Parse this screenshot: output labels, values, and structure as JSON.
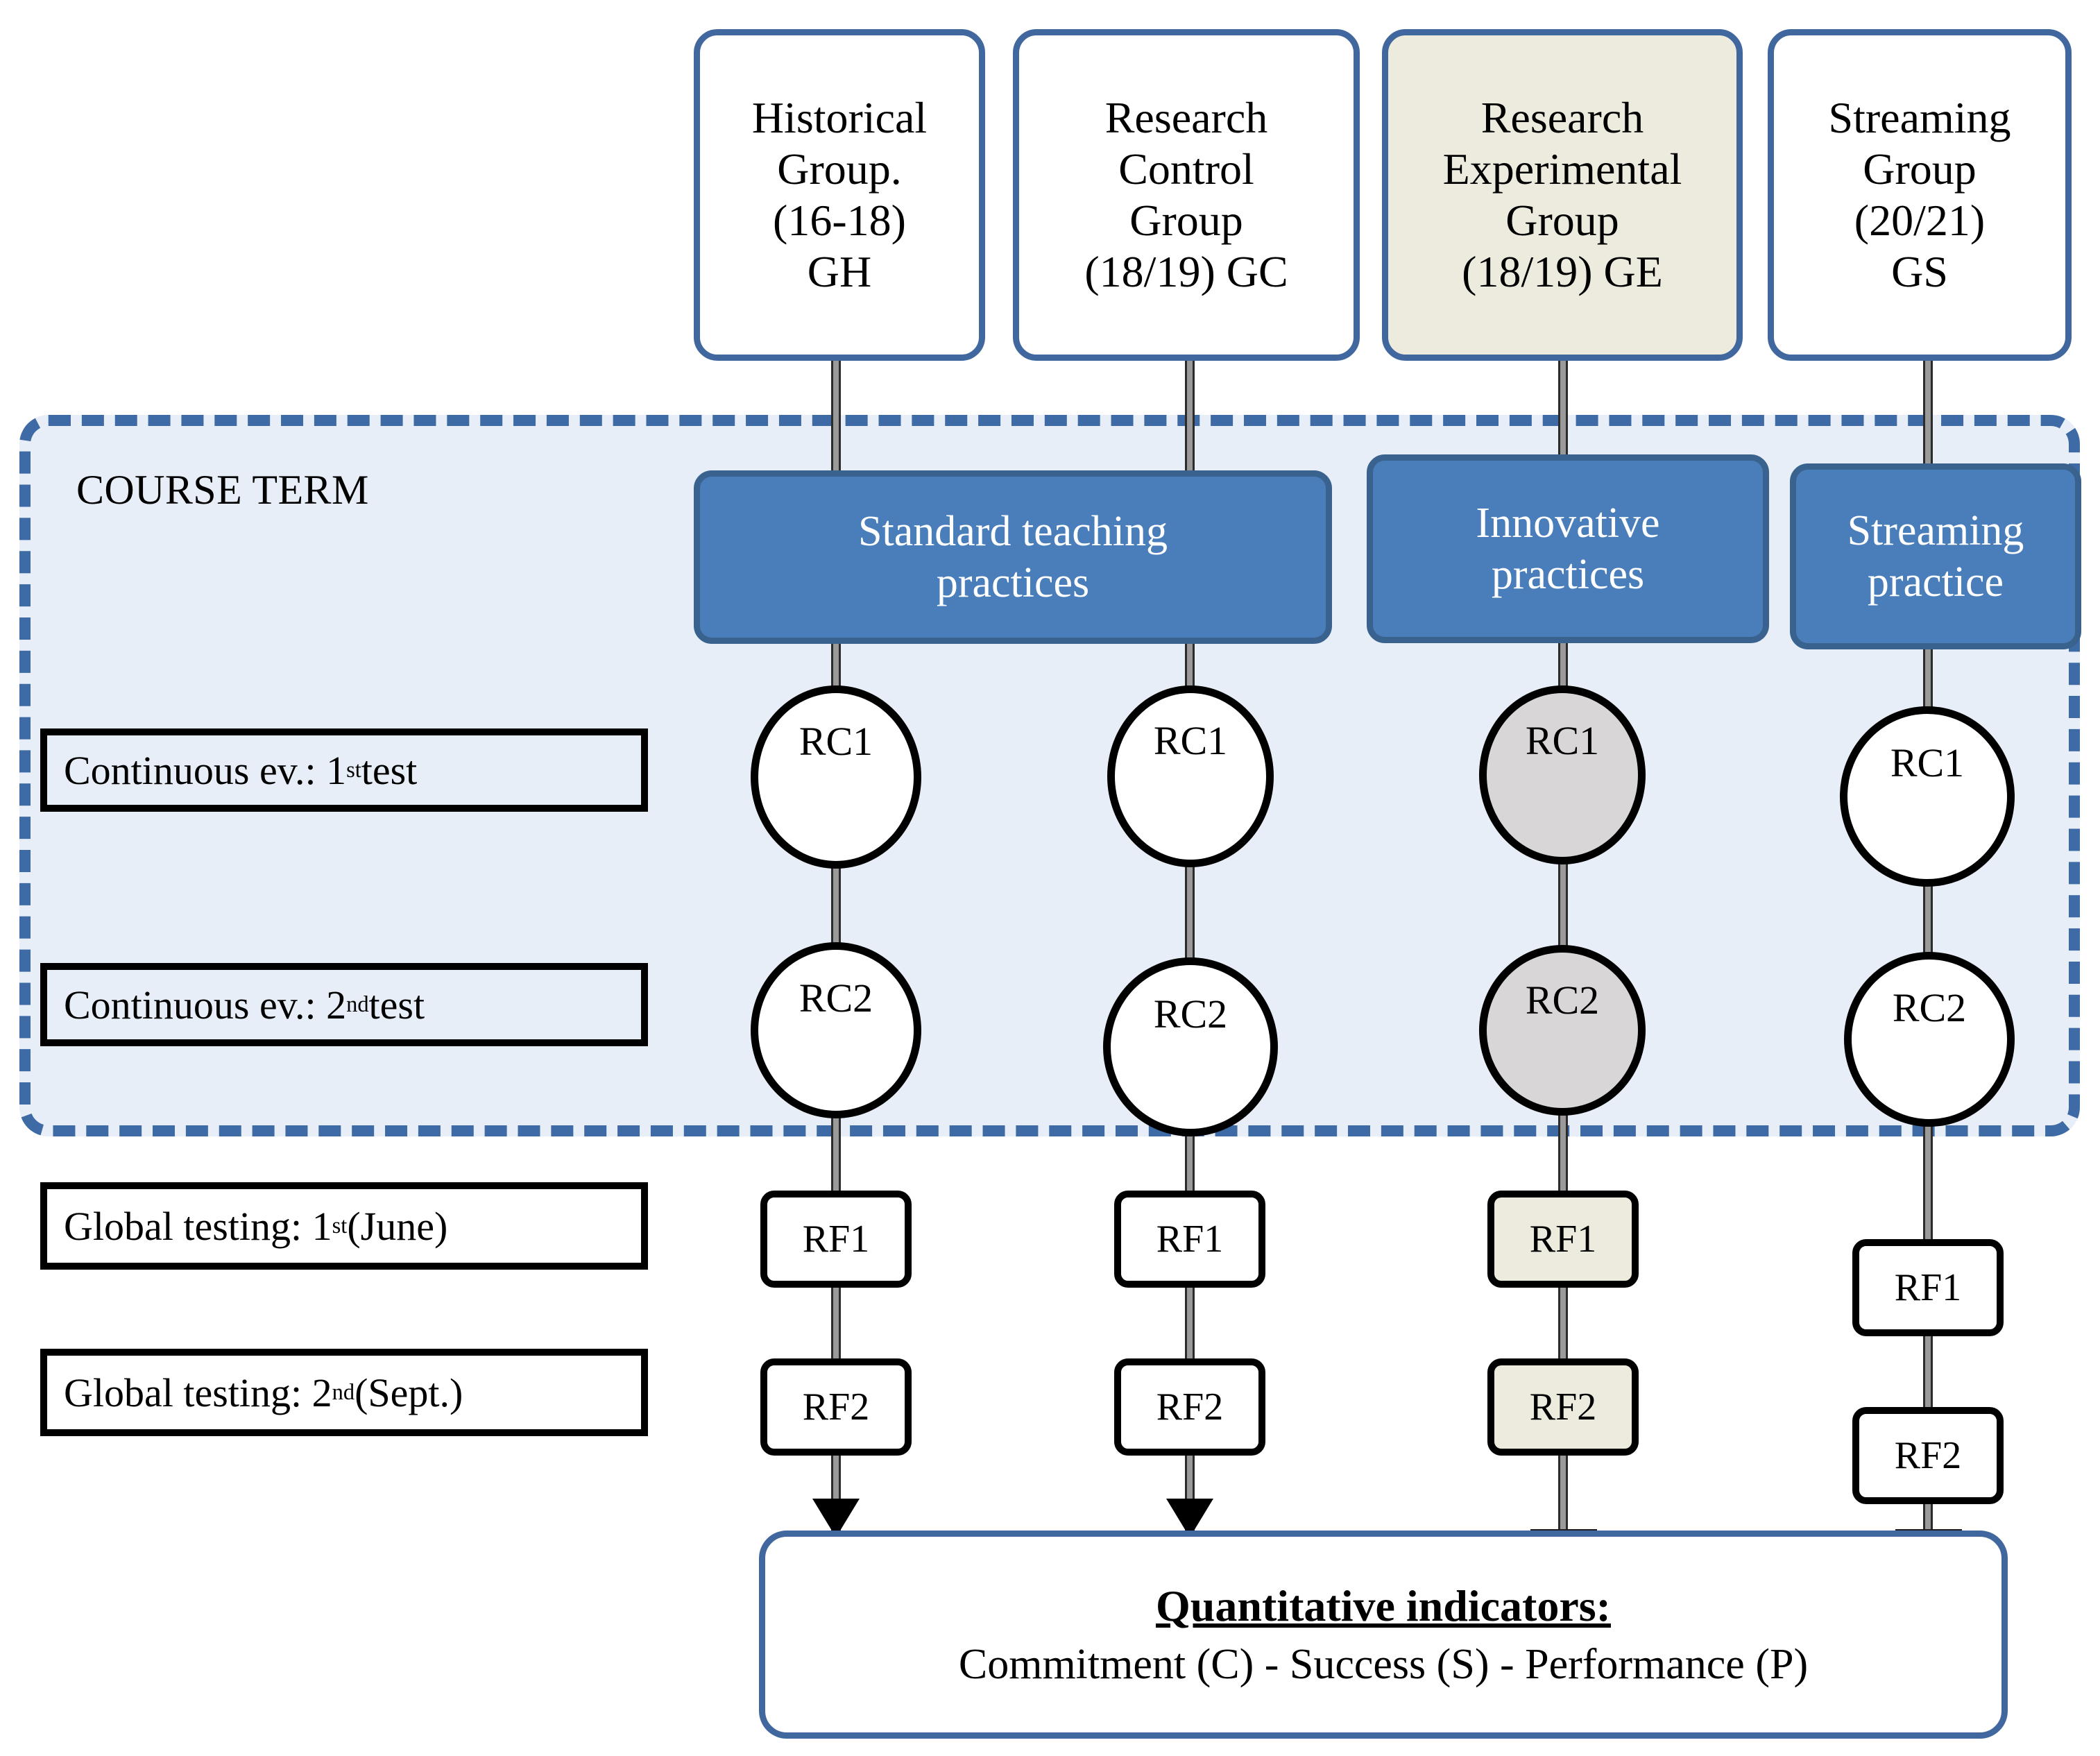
{
  "diagram": {
    "title_region_label": "COURSE TERM",
    "colors": {
      "accent_blue": "#41689e",
      "practice_blue": "#4a7ebb",
      "course_term_fill": "#e7eef7",
      "highlight_beige": "#edeade",
      "circle_gray": "#d8d6d6",
      "connector_gray": "#9a9a9a"
    },
    "groups": [
      {
        "id": "GH",
        "label": "Historical\nGroup.\n(16-18)\nGH",
        "highlight": false
      },
      {
        "id": "GC",
        "label": "Research\nControl\nGroup\n(18/19) GC",
        "highlight": false
      },
      {
        "id": "GE",
        "label": "Research\nExperimental\nGroup\n(18/19) GE",
        "highlight": true
      },
      {
        "id": "GS",
        "label": "Streaming\nGroup\n(20/21)\nGS",
        "highlight": false
      }
    ],
    "practices": [
      {
        "id": "standard",
        "label": "Standard teaching\npractices",
        "spans": [
          "GH",
          "GC"
        ]
      },
      {
        "id": "innovative",
        "label": "Innovative\npractices",
        "spans": [
          "GE"
        ]
      },
      {
        "id": "streaming",
        "label": "Streaming\npractice",
        "spans": [
          "GS"
        ]
      }
    ],
    "row_labels": [
      {
        "id": "cont-1",
        "text_before": "Continuous ev.: 1",
        "sup": "st",
        "text_after": " test"
      },
      {
        "id": "cont-2",
        "text_before": "Continuous ev.: 2",
        "sup": "nd",
        "text_after": " test"
      },
      {
        "id": "glob-1",
        "text_before": "Global testing: 1",
        "sup": "st",
        "text_after": " (June)"
      },
      {
        "id": "glob-2",
        "text_before": "Global testing: 2",
        "sup": "nd",
        "text_after": " (Sept.)"
      }
    ],
    "nodes": {
      "gh": {
        "rc1": "RC1",
        "rc2": "RC2",
        "rf1": "RF1",
        "rf2": "RF2"
      },
      "gc": {
        "rc1": "RC1",
        "rc2": "RC2",
        "rf1": "RF1",
        "rf2": "RF2"
      },
      "ge": {
        "rc1": "RC1",
        "rc2": "RC2",
        "rf1": "RF1",
        "rf2": "RF2"
      },
      "gs": {
        "rc1": "RC1",
        "rc2": "RC2",
        "rf1": "RF1",
        "rf2": "RF2"
      }
    },
    "result": {
      "title": "Quantitative indicators:",
      "subtitle": "Commitment (C) - Success (S) - Performance (P)"
    }
  }
}
